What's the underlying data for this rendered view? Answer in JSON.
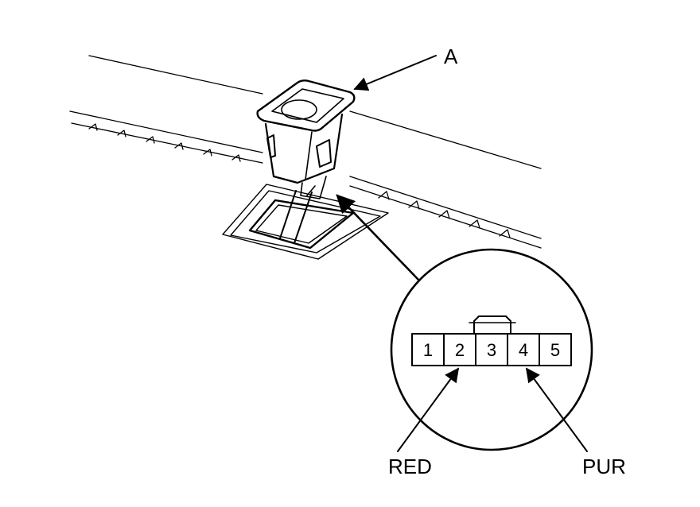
{
  "callouts": {
    "part_label": "A",
    "wire_left": "RED",
    "wire_right": "PUR"
  },
  "connector": {
    "pins": [
      "1",
      "2",
      "3",
      "4",
      "5"
    ]
  },
  "colors": {
    "line": "#000000",
    "background": "#ffffff"
  }
}
